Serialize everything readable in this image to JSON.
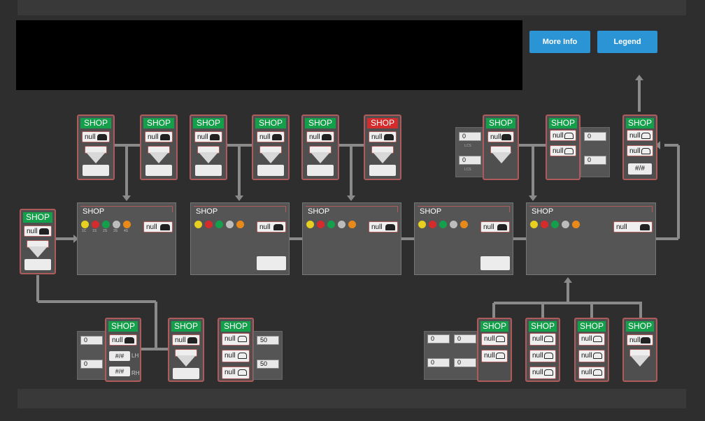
{
  "header": {
    "more_info_label": "More Info",
    "legend_label": "Legend"
  },
  "shop_label": "SHOP",
  "null_label": "null",
  "hash_label": "#/#",
  "station_nums": [
    "1C",
    "1S",
    "2S",
    "3S",
    "4S"
  ],
  "colors": {
    "shop_green": "#14a04a",
    "shop_red": "#d42c2c",
    "button_blue": "#2b94d4",
    "wire": "#8a8a8a",
    "frame": "#b05b5b"
  },
  "counters": {
    "upper_right_top": "0",
    "upper_right_bottom": "0",
    "upper_right_b_top": "0",
    "upper_right_b_bottom": "0",
    "lower_left_top": "0",
    "lower_left_bottom": "0",
    "mid_bottom_top": "50",
    "mid_bottom_bottom": "50",
    "lr_a": "0",
    "lr_b": "0",
    "lr_c": "0",
    "lr_d": "0"
  },
  "side_labels": {
    "rh": "RH",
    "lh": "LH"
  }
}
